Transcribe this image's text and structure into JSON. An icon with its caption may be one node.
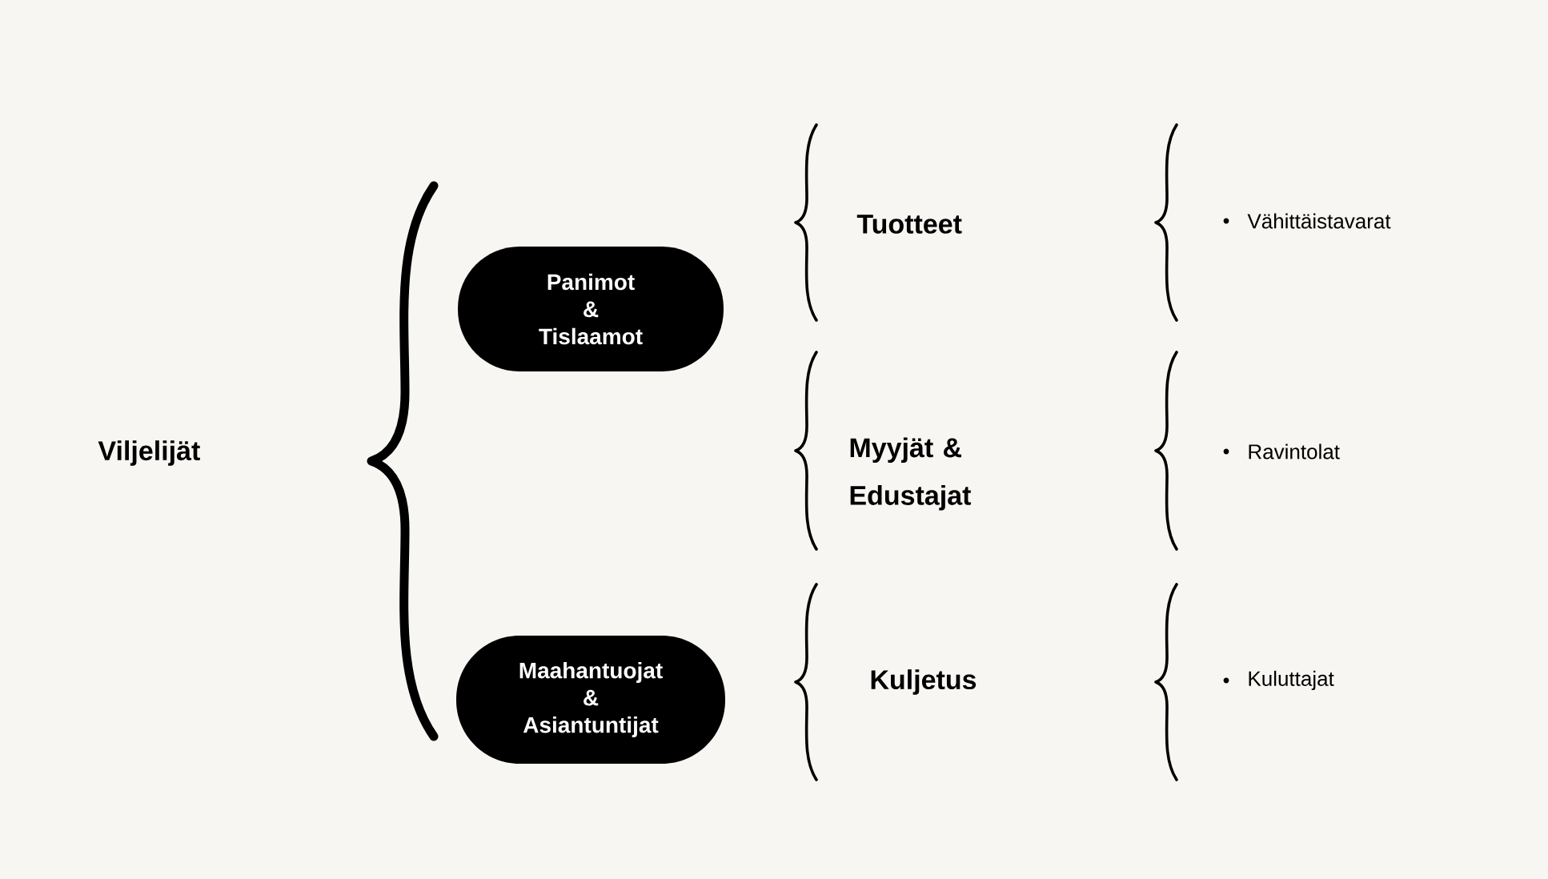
{
  "diagram": {
    "nodes": [
      {
        "text": [
          "Panimot & Tislaamot"
        ]
      },
      {
        "text": [
          "Maahantuojat & Asiantuntijat"
        ]
      }
    ],
    "labels": [
      "Viljelijät",
      "Tuotteet",
      "Vähittäistavarat",
      "Myyjät & Edustajat",
      "Ravintolat",
      "Kuljetus",
      "Kuluttajat"
    ]
  }
}
